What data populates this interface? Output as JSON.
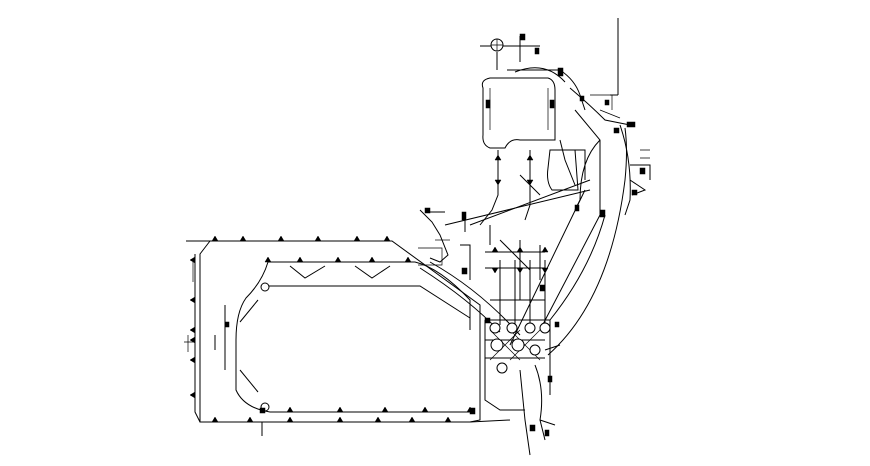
{
  "drawing": {
    "line_color": "#000000",
    "background_color": "#ffffff",
    "symbols": [
      "switch-tick",
      "outlet-mark",
      "fixture-circle",
      "panel-box"
    ]
  }
}
